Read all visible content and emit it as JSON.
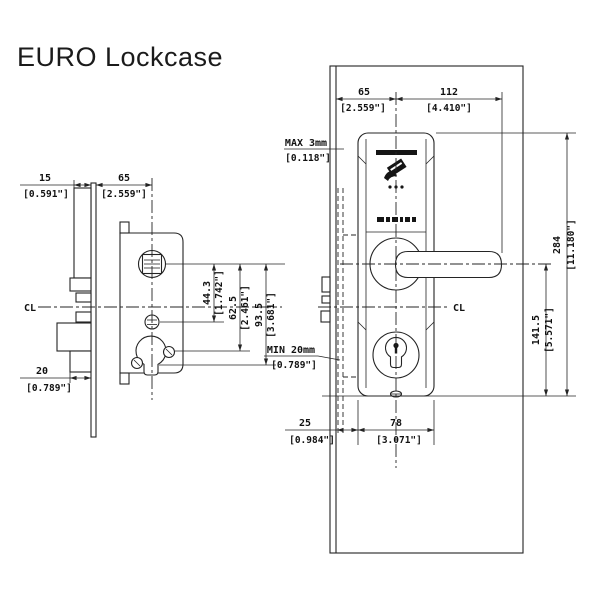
{
  "title": "EURO Lockcase",
  "side_view": {
    "cl_label": "CL",
    "dim_15_mm": "15",
    "dim_15_in": "[0.591\"]",
    "dim_65_mm": "65",
    "dim_65_in": "[2.559\"]",
    "dim_44_3_mm": "44.3",
    "dim_44_3_in": "[1.742\"]",
    "dim_62_5_mm": "62.5",
    "dim_62_5_in": "[2.461\"]",
    "dim_93_5_mm": "93.5",
    "dim_93_5_in": "[3.681\"]",
    "dim_20_mm": "20",
    "dim_20_in": "[0.789\"]"
  },
  "front_view": {
    "cl_label": "CL",
    "dim_65_mm": "65",
    "dim_65_in": "[2.559\"]",
    "dim_112_mm": "112",
    "dim_112_in": "[4.410\"]",
    "dim_max3_mm": "MAX 3mm",
    "dim_max3_in": "[0.118\"]",
    "dim_284_mm": "284",
    "dim_284_in": "[11.180\"]",
    "dim_141_5_mm": "141.5",
    "dim_141_5_in": "[5.571\"]",
    "dim_min20_mm": "MIN 20mm",
    "dim_min20_in": "[0.789\"]",
    "dim_25_mm": "25",
    "dim_25_in": "[0.984\"]",
    "dim_78_mm": "78",
    "dim_78_in": "[3.071\"]"
  },
  "line_color": "#242424"
}
